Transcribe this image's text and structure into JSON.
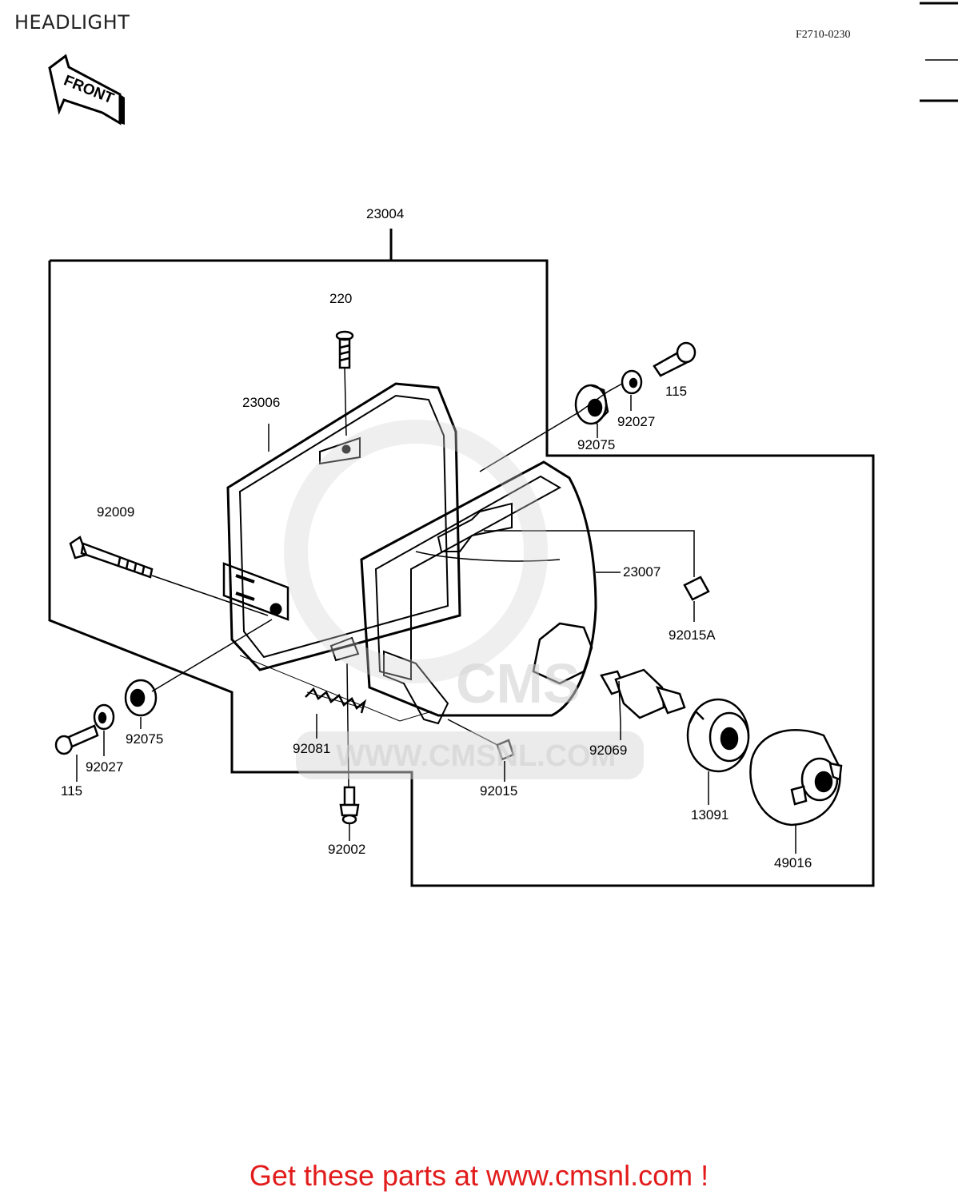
{
  "header": {
    "title": "HEADLIGHT",
    "code": "F2710-0230"
  },
  "front_arrow": {
    "label": "FRONT"
  },
  "parts": [
    {
      "id": "p23004",
      "number": "23004"
    },
    {
      "id": "p220",
      "number": "220"
    },
    {
      "id": "p23006",
      "number": "23006"
    },
    {
      "id": "p115a",
      "number": "115"
    },
    {
      "id": "p92027a",
      "number": "92027"
    },
    {
      "id": "p92075a",
      "number": "92075"
    },
    {
      "id": "p92009",
      "number": "92009"
    },
    {
      "id": "p23007",
      "number": "23007"
    },
    {
      "id": "p92015A",
      "number": "92015A"
    },
    {
      "id": "p92075b",
      "number": "92075"
    },
    {
      "id": "p92027b",
      "number": "92027"
    },
    {
      "id": "p115b",
      "number": "115"
    },
    {
      "id": "p92081",
      "number": "92081"
    },
    {
      "id": "p92069",
      "number": "92069"
    },
    {
      "id": "p92015",
      "number": "92015"
    },
    {
      "id": "p13091",
      "number": "13091"
    },
    {
      "id": "p92002",
      "number": "92002"
    },
    {
      "id": "p49016",
      "number": "49016"
    }
  ],
  "watermark": {
    "logo": "CMS",
    "url": "WWW.CMSNL.COM"
  },
  "footer": {
    "text": "Get these parts at www.cmsnl.com !"
  },
  "colors": {
    "footer": "#e21b1b",
    "line": "#000000",
    "watermark": "#cfcfcf"
  }
}
